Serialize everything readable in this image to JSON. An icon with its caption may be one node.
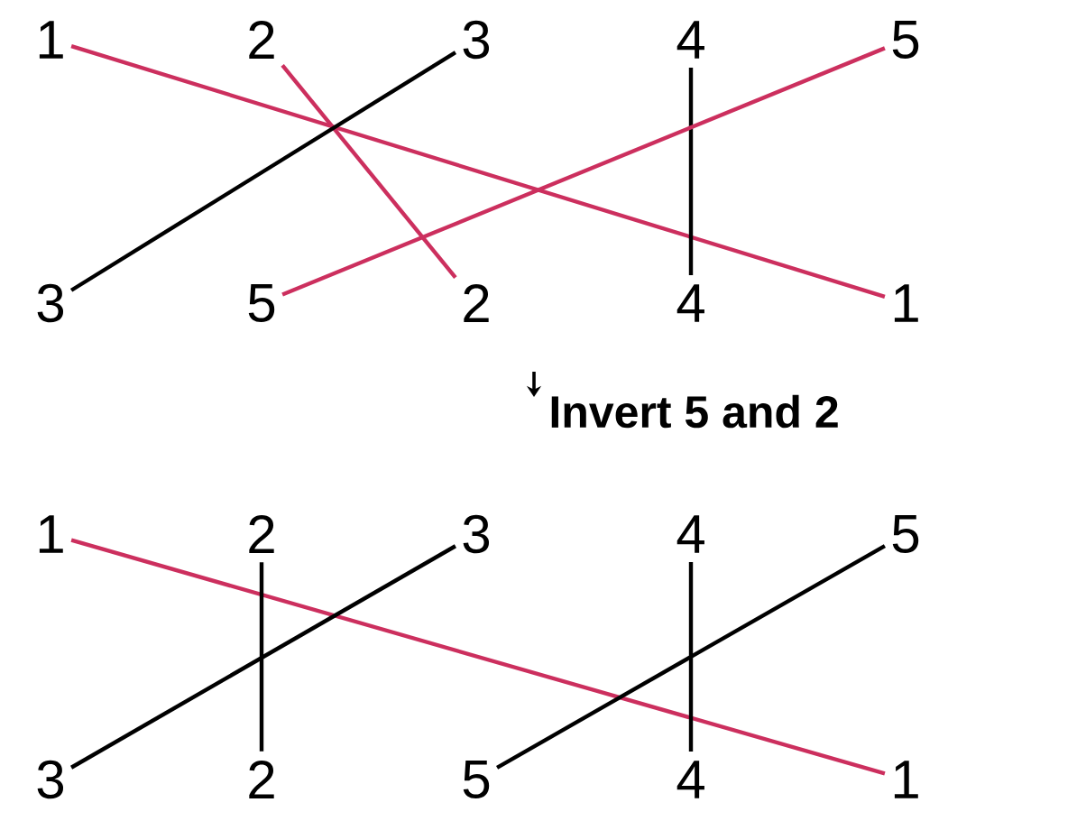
{
  "diagram": {
    "nodes": [
      {
        "text": [
          "1"
        ]
      },
      {
        "text": [
          "2"
        ]
      },
      {
        "text": [
          "3"
        ]
      },
      {
        "text": [
          "4"
        ]
      },
      {
        "text": [
          "5"
        ]
      },
      {
        "text": [
          "3"
        ]
      },
      {
        "text": [
          "5"
        ]
      },
      {
        "text": [
          "2"
        ]
      },
      {
        "text": [
          "4"
        ]
      },
      {
        "text": [
          "1"
        ]
      },
      {
        "text": [
          "1"
        ]
      },
      {
        "text": [
          "2"
        ]
      },
      {
        "text": [
          "3"
        ]
      },
      {
        "text": [
          "4"
        ]
      },
      {
        "text": [
          "5"
        ]
      },
      {
        "text": [
          "3"
        ]
      },
      {
        "text": [
          "2"
        ]
      },
      {
        "text": [
          "5"
        ]
      },
      {
        "text": [
          "4"
        ]
      },
      {
        "text": [
          "1"
        ]
      }
    ],
    "edges": [
      {
        "from": 0,
        "to": 9,
        "arrow": "none",
        "color": "#cc2f5e"
      },
      {
        "from": 1,
        "to": 7,
        "arrow": "none",
        "color": "#cc2f5e"
      },
      {
        "from": 2,
        "to": 5,
        "arrow": "none"
      },
      {
        "from": 3,
        "to": 8,
        "arrow": "none"
      },
      {
        "from": 4,
        "to": 6,
        "arrow": "none",
        "color": "#cc2f5e"
      },
      {
        "from": 10,
        "to": 19,
        "arrow": "none",
        "color": "#cc2f5e"
      },
      {
        "from": 11,
        "to": 16,
        "arrow": "none"
      },
      {
        "from": 12,
        "to": 15,
        "arrow": "none"
      },
      {
        "from": 13,
        "to": 18,
        "arrow": "none"
      },
      {
        "from": 14,
        "to": 17,
        "arrow": "none"
      }
    ],
    "labels": [
      "Invert 5 and 2"
    ]
  }
}
